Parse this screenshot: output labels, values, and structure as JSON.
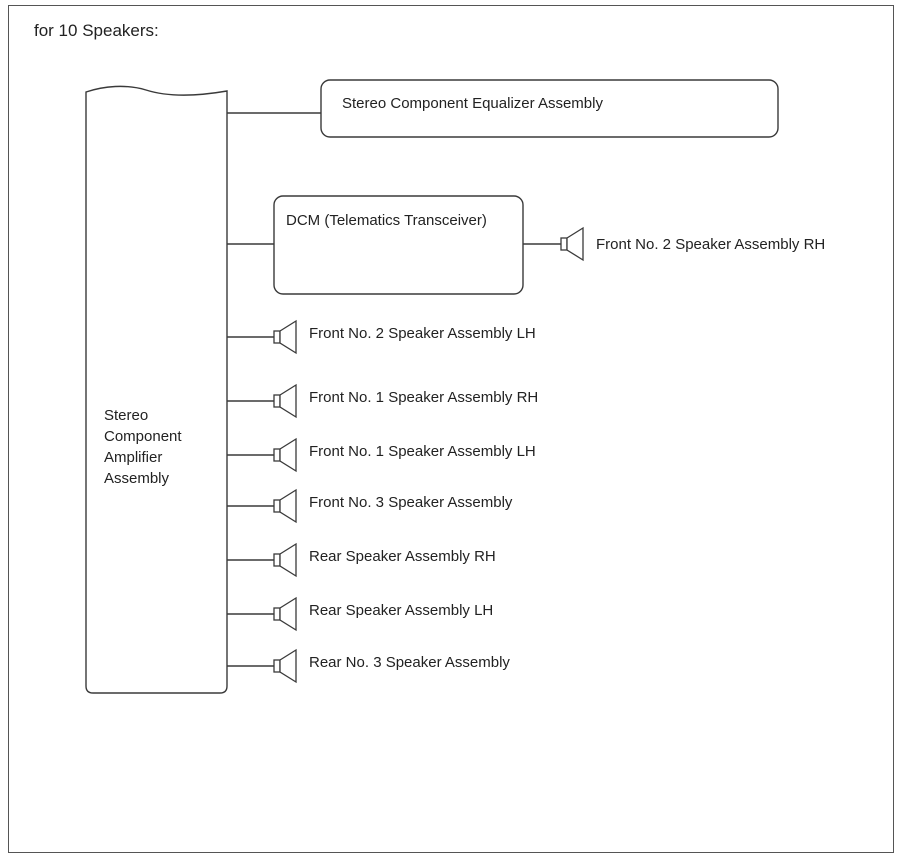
{
  "heading": "for 10 Speakers:",
  "amplifier": {
    "label_lines": [
      "Stereo",
      "Component",
      "Amplifier",
      "Assembly"
    ]
  },
  "equalizer": {
    "label": "Stereo Component Equalizer Assembly"
  },
  "dcm": {
    "label": "DCM (Telematics Transceiver)",
    "speaker": "Front No. 2 Speaker Assembly RH"
  },
  "speakers": [
    "Front No. 2 Speaker Assembly LH",
    "Front No. 1 Speaker Assembly RH",
    "Front No. 1 Speaker Assembly LH",
    "Front No. 3 Speaker Assembly",
    "Rear Speaker Assembly RH",
    "Rear Speaker Assembly LH",
    "Rear No. 3 Speaker Assembly"
  ]
}
